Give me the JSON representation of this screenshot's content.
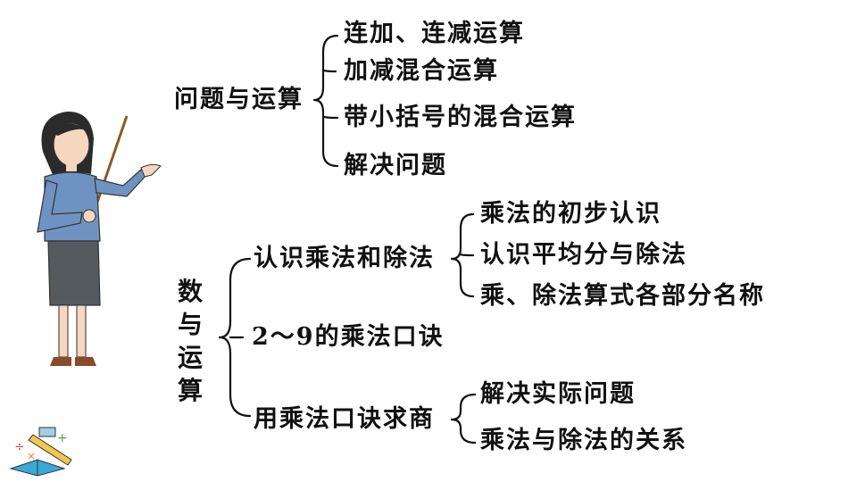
{
  "colors": {
    "text": "#111111",
    "jacket": "#6e93c2",
    "skirt": "#555a5f",
    "hair": "#2b2b2b",
    "skin": "#f6d6bf",
    "pointer": "#8a5a2b"
  },
  "icons": [
    "teacher-illustration",
    "math-tools-icon"
  ],
  "tree": {
    "group1": {
      "label": "问题与运算",
      "children": [
        "连加、连减运算",
        "加减混合运算",
        "带小括号的混合运算",
        "解决问题"
      ]
    },
    "group2": {
      "label": "数与运算",
      "sub1": {
        "label": "认识乘法和除法",
        "children": [
          "乘法的初步认识",
          "认识平均分与除法",
          "乘、除法算式各部分名称"
        ]
      },
      "sub2": {
        "label": "2～9的乘法口诀"
      },
      "sub3": {
        "label": "用乘法口诀求商",
        "children": [
          "解决实际问题",
          "乘法与除法的关系"
        ]
      }
    }
  }
}
